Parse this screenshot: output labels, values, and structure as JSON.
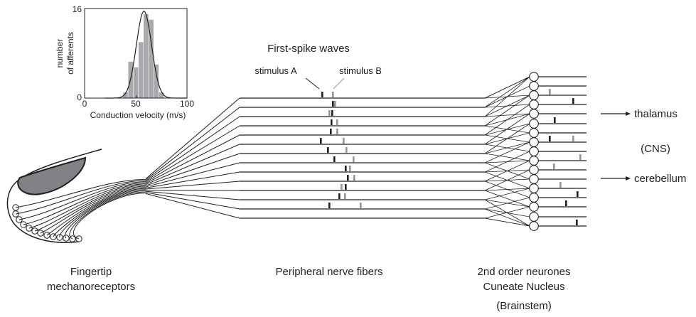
{
  "histogram": {
    "y_max_label": "16",
    "y_zero_label": "0",
    "ylabel_line1": "number",
    "ylabel_line2": "of afferents",
    "x_tick_labels": [
      "0",
      "50",
      "100"
    ],
    "xlabel": "Conduction velocity (m/s)"
  },
  "chart_data": {
    "type": "bar",
    "x": [
      40,
      45,
      50,
      55,
      60,
      65,
      70,
      75
    ],
    "values": [
      1,
      6.5,
      5.5,
      10,
      15,
      14,
      6,
      1
    ],
    "fit_curve": "gaussian",
    "fit_peak_x": 58,
    "fit_peak_y": 15.5,
    "xlim": [
      0,
      100
    ],
    "ylim": [
      0,
      16
    ],
    "bar_color": "#a7a9ac",
    "curve_color": "#231f20"
  },
  "waves": {
    "title": "First-spike waves",
    "stimulus_a": "stimulus A",
    "stimulus_b": "stimulus B",
    "stimulus_a_color": "#231f20",
    "stimulus_b_color": "#939598"
  },
  "outputs": {
    "thalamus": "thalamus",
    "cns": "(CNS)",
    "cerebellum": "cerebellum"
  },
  "captions": {
    "fingertip_line1": "Fingertip",
    "fingertip_line2": "mechanoreceptors",
    "peripheral": "Peripheral nerve fibers",
    "second_order": "2nd order neurones",
    "cuneate": "Cuneate Nucleus",
    "brainstem": "(Brainstem)"
  },
  "colors": {
    "line": "#231f20",
    "finger_nail": "#808285",
    "background": "#ffffff"
  }
}
